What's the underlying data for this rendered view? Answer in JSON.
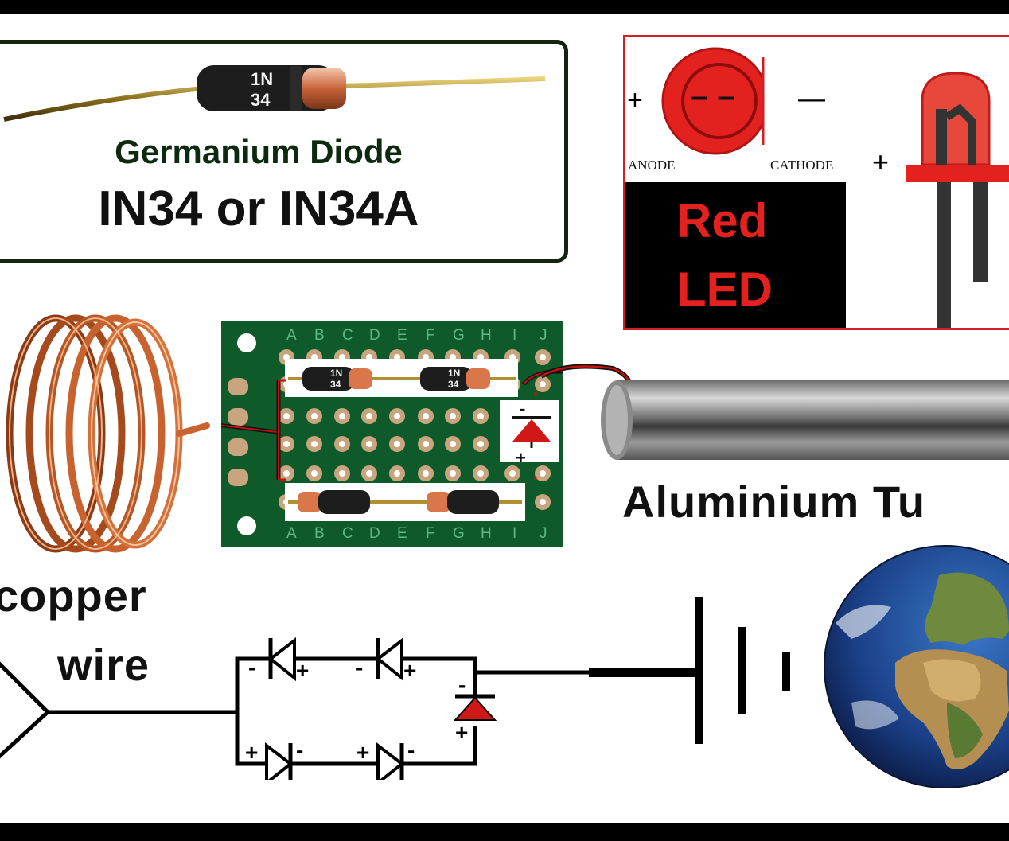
{
  "diode_card": {
    "title": "Germanium Diode",
    "part": "IN34 or IN34A",
    "body_marking_top": "1N",
    "body_marking_bottom": "34"
  },
  "led_card": {
    "plus": "+",
    "minus": "—",
    "anode": "ANODE",
    "cathode": "CATHODE",
    "flat_mark": "– –",
    "label_line1": "Red",
    "label_line2": "LED",
    "lead_plus": "+"
  },
  "board": {
    "columns": [
      "A",
      "B",
      "C",
      "D",
      "E",
      "F",
      "G",
      "H",
      "I",
      "J"
    ],
    "diode_marking_top": "1N",
    "diode_marking_bottom": "34",
    "led_minus": "-",
    "led_plus": "+"
  },
  "labels": {
    "tube": "Aluminium Tu",
    "coil_line1": "copper",
    "coil_line2": "wire"
  },
  "schematic": {
    "minus": "-",
    "plus": "+"
  },
  "colors": {
    "copper": "#c8622e",
    "board_green": "#0f5a2a",
    "led_red": "#e3211f",
    "dark_green_text": "#0d2a10",
    "wire_red": "#c41010"
  }
}
